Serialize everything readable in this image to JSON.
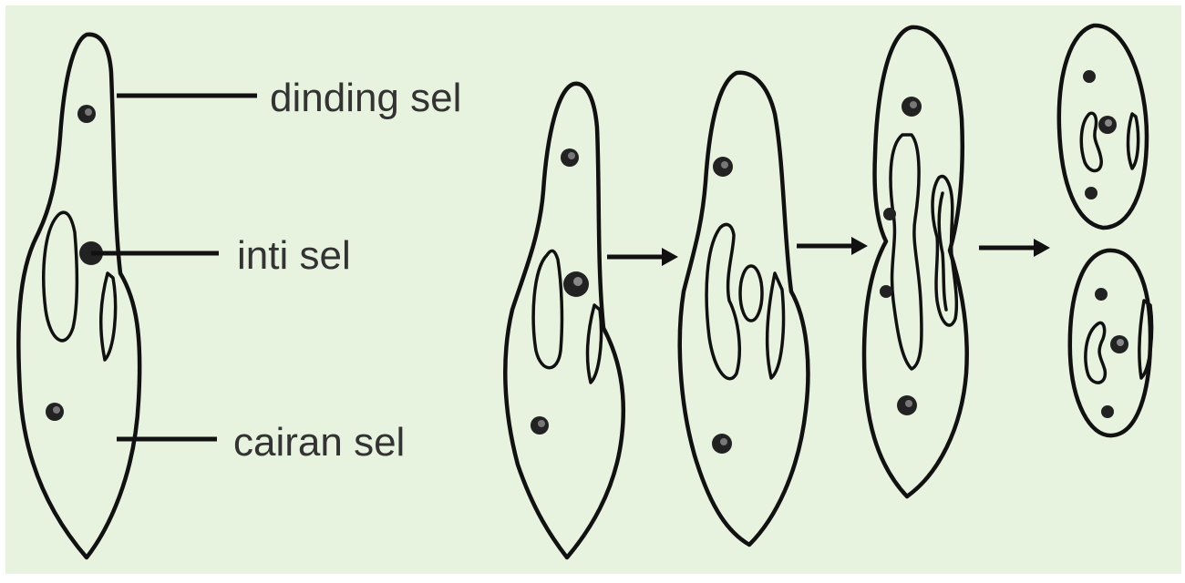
{
  "labels": {
    "cell_wall": "dinding sel",
    "nucleus": "inti sel",
    "cytoplasm": "cairan sel"
  },
  "colors": {
    "background": "#e8f3df",
    "frame": "#ffffff",
    "ink": "#111111",
    "label_text": "#333333"
  }
}
